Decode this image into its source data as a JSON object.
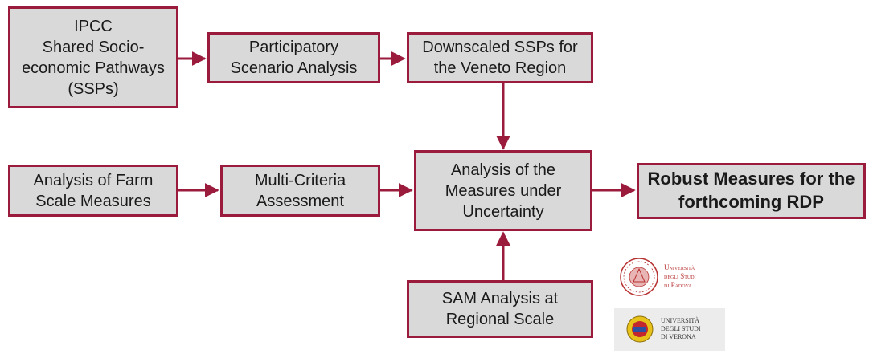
{
  "colors": {
    "border": "#9b1b3c",
    "box_fill": "#d9d9d9",
    "arrow": "#9b1b3c"
  },
  "boxes": {
    "ipcc": "IPCC\nShared Socio-\neconomic Pathways\n(SSPs)",
    "participatory": "Participatory\nScenario Analysis",
    "downscaled": "Downscaled SSPs for\nthe Veneto Region",
    "farm": "Analysis of Farm\nScale Measures",
    "multicriteria": "Multi-Criteria\nAssessment",
    "uncertainty": "Analysis of the\nMeasures under\nUncertainty",
    "robust": "Robust Measures for the\nforthcoming RDP",
    "sam": "SAM Analysis at\nRegional Scale"
  },
  "logos": {
    "padova": {
      "text": "Università\ndegli Studi\ndi Padova",
      "icon": "university-seal-icon"
    },
    "verona": {
      "text": "UNIVERSITÀ\nDEGLI STUDI\nDI VERONA",
      "icon": "university-crest-icon"
    }
  }
}
